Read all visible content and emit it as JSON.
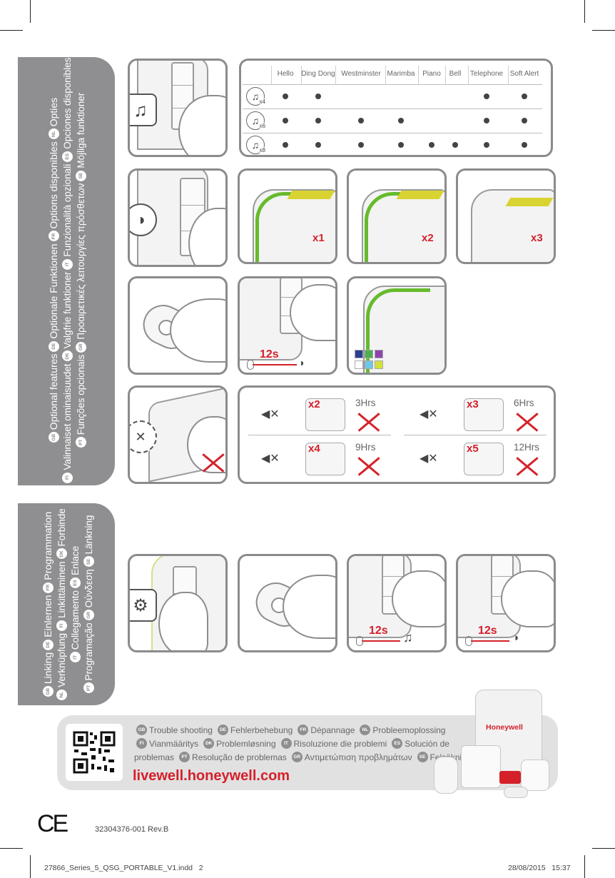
{
  "sidebar_optional": {
    "lines": [
      [
        {
          "flag": "GB",
          "text": "Optional features"
        },
        {
          "flag": "DE",
          "text": "Optionale Funktionen"
        },
        {
          "flag": "FR",
          "text": "Options disponibles"
        },
        {
          "flag": "NL",
          "text": "Opties"
        }
      ],
      [
        {
          "flag": "FI",
          "text": "Valinnaiset ominaisuudet"
        },
        {
          "flag": "DK",
          "text": "Valgfrie funktioner"
        },
        {
          "flag": "IT",
          "text": "Funzionalità opzionali"
        },
        {
          "flag": "ES",
          "text": "Opciones disponibles"
        }
      ],
      [
        {
          "flag": "PT",
          "text": "Funções opcionais"
        },
        {
          "flag": "GR",
          "text": "Προαιρετικές λειτουργίες πρόσθετων"
        },
        {
          "flag": "SE",
          "text": "Möjliga funktioner"
        }
      ]
    ]
  },
  "sidebar_linking": {
    "lines": [
      [
        {
          "flag": "GB",
          "text": "Linking"
        },
        {
          "flag": "DE",
          "text": "Einlernen"
        },
        {
          "flag": "FR",
          "text": "Programmation"
        }
      ],
      [
        {
          "flag": "NL",
          "text": "Verknüpfung"
        },
        {
          "flag": "FI",
          "text": "Linkittäminen"
        },
        {
          "flag": "DK",
          "text": "Forbinde"
        }
      ],
      [
        {
          "flag": "IT",
          "text": "Collegamento"
        },
        {
          "flag": "ES",
          "text": "Enlace"
        }
      ],
      [
        {
          "flag": "PT",
          "text": "Programação"
        },
        {
          "flag": "GR",
          "text": "Ούνδεση"
        },
        {
          "flag": "SE",
          "text": "Länkning"
        }
      ]
    ]
  },
  "tone_table": {
    "columns": [
      "Hello",
      "Ding Dong",
      "Westminster",
      "Marimba",
      "Piano",
      "Bell",
      "Telephone",
      "Soft Alert"
    ],
    "rows": [
      {
        "label": "x4",
        "available": [
          true,
          true,
          false,
          false,
          false,
          false,
          true,
          true
        ]
      },
      {
        "label": "x6",
        "available": [
          true,
          true,
          true,
          true,
          false,
          false,
          true,
          true
        ]
      },
      {
        "label": "x8",
        "available": [
          true,
          true,
          true,
          true,
          true,
          true,
          true,
          true
        ]
      }
    ]
  },
  "brightness_steps": [
    "x1",
    "x2",
    "x3"
  ],
  "color_step": {
    "hold_time": "12s",
    "swatches": [
      "#2b3f8f",
      "#4caf50",
      "#8e44ad",
      "#ffffff",
      "#6ec6e8",
      "#d4e13a"
    ]
  },
  "mute_options": [
    {
      "presses": "x2",
      "duration": "3Hrs"
    },
    {
      "presses": "x3",
      "duration": "6Hrs"
    },
    {
      "presses": "x4",
      "duration": "9Hrs"
    },
    {
      "presses": "x5",
      "duration": "12Hrs"
    }
  ],
  "linking_steps": {
    "hold_time_1": "12s",
    "hold_time_2": "12s"
  },
  "troubleshooting": {
    "line1": [
      {
        "flag": "GB",
        "text": "Trouble shooting"
      },
      {
        "flag": "DE",
        "text": "Fehlerbehebung"
      },
      {
        "flag": "FR",
        "text": "Dépannage"
      },
      {
        "flag": "NL",
        "text": "Probleemoplossing"
      }
    ],
    "line2": [
      {
        "flag": "FI",
        "text": "Vianmääritys"
      },
      {
        "flag": "DK",
        "text": "Problemløsning"
      },
      {
        "flag": "IT",
        "text": "Risoluzione die problemi"
      },
      {
        "flag": "ES",
        "text": "Solución de"
      }
    ],
    "line3": [
      {
        "flag": "",
        "text": "problemas"
      },
      {
        "flag": "PT",
        "text": "Resolução de problemas"
      },
      {
        "flag": "GR",
        "text": "Αντιμετώπιση προβλημάτων"
      },
      {
        "flag": "SE",
        "text": "Felsökning"
      }
    ],
    "website": "livewell.honeywell.com",
    "brand": "Honeywell"
  },
  "footer": {
    "ce_mark": "CE",
    "part_number": "32304376-001 Rev.B",
    "file_name": "27866_Series_5_QSG_PORTABLE_V1.indd   2",
    "timestamp": "28/08/2015   15:37"
  }
}
